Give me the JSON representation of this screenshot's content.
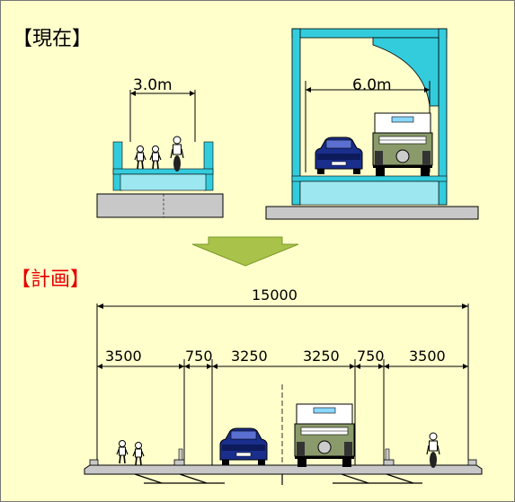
{
  "current": {
    "title": "【現在】",
    "left_width": "3.0m",
    "right_width": "6.0m"
  },
  "plan": {
    "title": "【計画】",
    "total": "15000",
    "segments": [
      "3500",
      "750",
      "3250",
      "3250",
      "750",
      "3500"
    ]
  },
  "colors": {
    "background": "#ffffcc",
    "structure": "#33ccdd",
    "concrete": "#c8c8c8",
    "arrow": "#a9c24a",
    "plan_title": "#e60000",
    "car": "#1a2e8c"
  }
}
